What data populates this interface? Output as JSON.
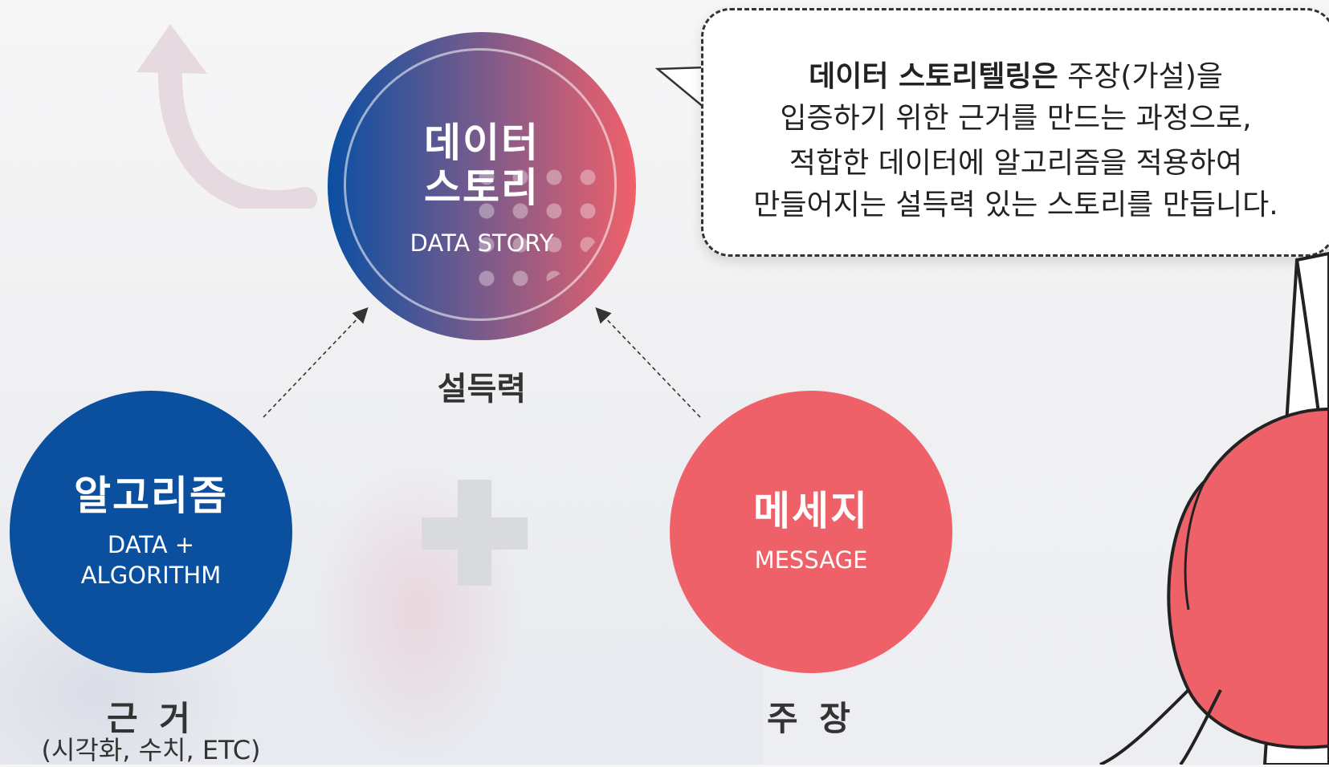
{
  "center": {
    "title_line1": "데이터",
    "title_line2": "스토리",
    "subtitle": "DATA STORY",
    "caption": "설득력"
  },
  "left": {
    "title": "알고리즘",
    "sub_line1": "DATA +",
    "sub_line2": "ALGORITHM",
    "caption": "근 거",
    "caption_detail": "(시각화, 수치, ETC)"
  },
  "right": {
    "title": "메세지",
    "subtitle": "MESSAGE",
    "caption": "주 장"
  },
  "bubble": {
    "line1_bold": "데이터 스토리텔링은",
    "line1_rest": " 주장(가설)을",
    "line2": "입증하기 위한 근거를 만드는 과정으로,",
    "line3": "적합한 데이터에 알고리즘을 적용하여",
    "line4": "만들어지는 설득력 있는 스토리를 만듭니다."
  },
  "colors": {
    "blue": "#0b4f9f",
    "coral": "#ef6169",
    "text_dark": "#333333"
  }
}
